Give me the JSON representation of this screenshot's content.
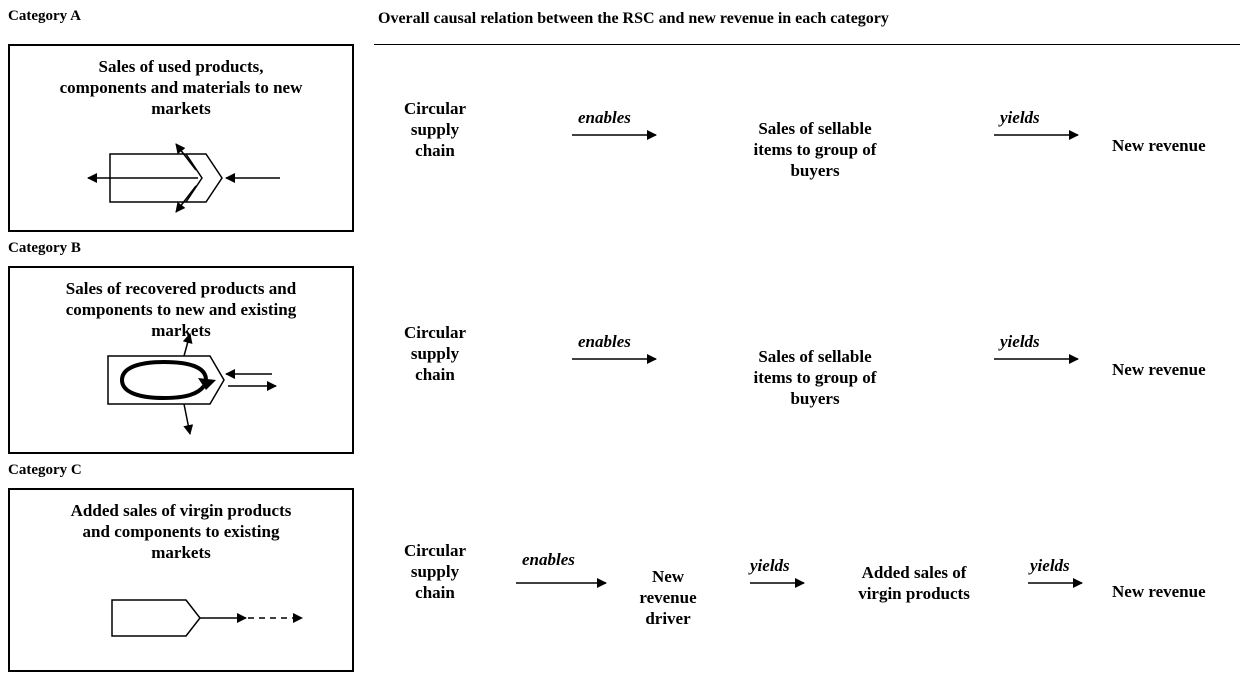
{
  "header": {
    "title": "Overall causal relation between the RSC and new revenue in each category"
  },
  "categories": [
    {
      "label": "Category A",
      "box_title": "Sales of used products,\ncomponents and materials to new\nmarkets",
      "chain": [
        {
          "text": "Circular\nsupply\nchain"
        },
        {
          "arrow_label": "enables"
        },
        {
          "text": "Sales of sellable\nitems to group of\nbuyers"
        },
        {
          "arrow_label": "yields"
        },
        {
          "text": "New revenue"
        }
      ]
    },
    {
      "label": "Category B",
      "box_title": "Sales of recovered products and\ncomponents to new and existing\nmarkets",
      "chain": [
        {
          "text": "Circular\nsupply\nchain"
        },
        {
          "arrow_label": "enables"
        },
        {
          "text": "Sales of sellable\nitems to group of\nbuyers"
        },
        {
          "arrow_label": "yields"
        },
        {
          "text": "New revenue"
        }
      ]
    },
    {
      "label": "Category C",
      "box_title": "Added sales of virgin products\nand components to existing\nmarkets",
      "chain": [
        {
          "text": "Circular\nsupply\nchain"
        },
        {
          "arrow_label": "enables"
        },
        {
          "text": "New\nrevenue\ndriver"
        },
        {
          "arrow_label": "yields"
        },
        {
          "text": "Added sales of\nvirgin products"
        },
        {
          "arrow_label": "yields"
        },
        {
          "text": "New revenue"
        }
      ]
    }
  ]
}
